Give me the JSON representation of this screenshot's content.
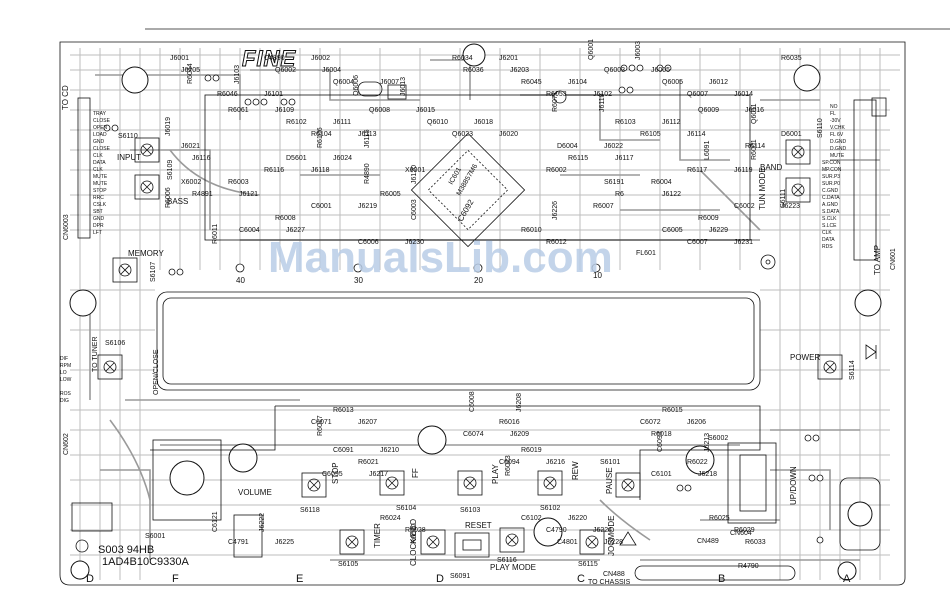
{
  "board": {
    "brand_logo": "FINE",
    "part_number": "1AD4B10C9330A",
    "marking": "S003 94HB",
    "watermark": "ManualsLib.com"
  },
  "switches": [
    {
      "ref": "S6110",
      "label": "INPUT"
    },
    {
      "ref": "S6109",
      "label": "BASS"
    },
    {
      "ref": "S6107",
      "label": "MEMORY"
    },
    {
      "ref": "S6106",
      "label": "TO TUNER"
    },
    {
      "ref": "S6108",
      "label": "OPEN/CLOSE"
    },
    {
      "ref": "S6118",
      "label": "STOP"
    },
    {
      "ref": "S6104",
      "label": "FF"
    },
    {
      "ref": "S6103",
      "label": "PLAY"
    },
    {
      "ref": "S6102",
      "label": "REW"
    },
    {
      "ref": "S6101",
      "label": "PAUSE"
    },
    {
      "ref": "S6105",
      "label": "TIMER"
    },
    {
      "ref": "S6117",
      "label": "CLOCK/ECO"
    },
    {
      "ref": "S6116",
      "label": "PLAY MODE"
    },
    {
      "ref": "S6115",
      "label": "JOGMODE"
    },
    {
      "ref": "S6091",
      "label": "RESET"
    },
    {
      "ref": "S6114",
      "label": "POWER"
    },
    {
      "ref": "S6111",
      "label": "TUN MODE"
    },
    {
      "ref": "S6110",
      "label": "BAND"
    },
    {
      "ref": "S6001",
      "label": "VOLUME"
    },
    {
      "ref": "S6002",
      "label": "UP/DOWN"
    }
  ],
  "connectors": [
    {
      "ref": "CN6003",
      "label": "TO CD"
    },
    {
      "ref": "CN601",
      "label": "TO AMP"
    },
    {
      "ref": "CN602",
      "label": ""
    },
    {
      "ref": "CN604",
      "label": ""
    },
    {
      "ref": "CN488",
      "label": "TO CHASSIS"
    },
    {
      "ref": "CN489",
      "label": ""
    }
  ],
  "ic": {
    "ref": "IC601",
    "part": "M38857M6",
    "alt_ref": "C6092"
  },
  "display": {
    "ref": "FL601",
    "pins": [
      "40",
      "30",
      "20",
      "10"
    ]
  },
  "left_pins": [
    "TRAY",
    "CLOSE",
    "OPEN",
    "LOAD",
    "GND",
    "CLOSE",
    "CLK",
    "DATA",
    "CLK",
    "MUTE",
    "MUTE",
    "STOP",
    "RRC",
    "CSLK",
    "SBT",
    "GND",
    "DPR",
    "LFT"
  ],
  "right_pins": [
    "NO",
    "FL",
    "-30V",
    "V.CHK",
    "FL 6V",
    "D.GND",
    "D.GND",
    "MUTE",
    "SP.CON",
    "MP.CON",
    "SUR.P3",
    "SUR.P0",
    "C.GND",
    "C.DATA",
    "A.GND",
    "S.DATA",
    "S.CLK",
    "S.LCE",
    "CLK",
    "DATA",
    "RDS"
  ],
  "tuner_pins": [
    "DIF",
    "RPM",
    "LO",
    "LOW",
    "ROS",
    "DIG"
  ],
  "ref_labels": {
    "j": [
      "J6001",
      "J6201",
      "J6205",
      "J6203",
      "J6103",
      "J6104",
      "J6101",
      "J6102",
      "J6109",
      "J6110",
      "J6111",
      "J6112",
      "J6113",
      "J6114",
      "J6115",
      "J6116",
      "J6117",
      "J6118",
      "J6119",
      "J6120",
      "J6121",
      "J6122",
      "J6219",
      "J6223",
      "J6226",
      "J6227",
      "J6229",
      "J6230",
      "J6231",
      "J6208",
      "J6207",
      "J6206",
      "J6209",
      "J6210",
      "J6213",
      "J6216",
      "J6217",
      "J6218",
      "J6220",
      "J6222",
      "J6224",
      "J6225",
      "J6228",
      "J6002",
      "J6003",
      "J6004",
      "J6005",
      "J6007",
      "J6012",
      "J6013",
      "J6014",
      "J6015",
      "J6016",
      "J6018",
      "J6019",
      "J6020",
      "J6021",
      "J6022",
      "J6024"
    ],
    "r": [
      "R6001",
      "R6002",
      "R6003",
      "R6004",
      "R6005",
      "R6006",
      "R6007",
      "R6008",
      "R6009",
      "R6010",
      "R6011",
      "R6012",
      "R6013",
      "R6015",
      "R6016",
      "R6017",
      "R6018",
      "R6019",
      "R6021",
      "R6022",
      "R6023",
      "R6024",
      "R6025",
      "R6028",
      "R6029",
      "R6030",
      "R6033",
      "R6034",
      "R6035",
      "R6036",
      "R6044",
      "R6045",
      "R6046",
      "R6053",
      "R6061",
      "R6071",
      "R6102",
      "R6103",
      "R6104",
      "R6105",
      "R6106",
      "R6114",
      "R6115",
      "R6116",
      "R6117",
      "R4790",
      "R4890",
      "R4891",
      "R6"
    ],
    "c": [
      "C6001",
      "C6002",
      "C6003",
      "C6004",
      "C6005",
      "C6006",
      "C6007",
      "C6008",
      "C6071",
      "C6072",
      "C6074",
      "C6091",
      "C6093",
      "C6094",
      "C6095",
      "C6101",
      "C6102",
      "C6121",
      "C4790",
      "C4791",
      "C4801",
      "C4890"
    ],
    "q": [
      "Q6001",
      "Q6002",
      "Q6003",
      "Q6004",
      "Q6005",
      "Q6006",
      "Q6007",
      "Q6008",
      "Q6009",
      "Q6010",
      "Q6011",
      "Q6023"
    ],
    "d": [
      "D6001",
      "D6004",
      "D5601",
      "L6091",
      "X6001",
      "X6002",
      "S6191"
    ]
  },
  "grid_letters": [
    "D",
    "F",
    "E",
    "D",
    "C",
    "B",
    "A"
  ]
}
